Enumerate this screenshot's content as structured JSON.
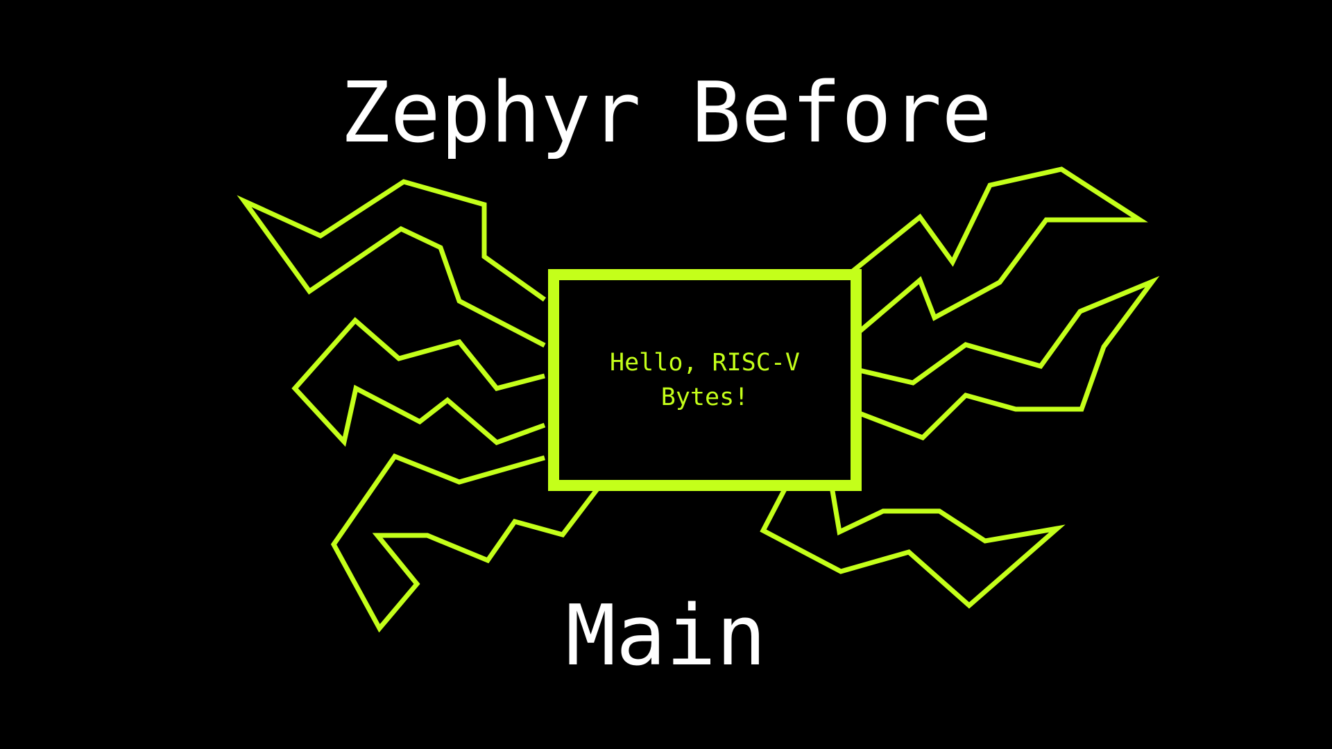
{
  "title": {
    "line1": "Zephyr Before",
    "line2": "Main"
  },
  "chip": {
    "text": "Hello, RISC-V Bytes!"
  },
  "colors": {
    "background": "#000000",
    "title": "#ffffff",
    "accent": "#c4ff1a"
  }
}
